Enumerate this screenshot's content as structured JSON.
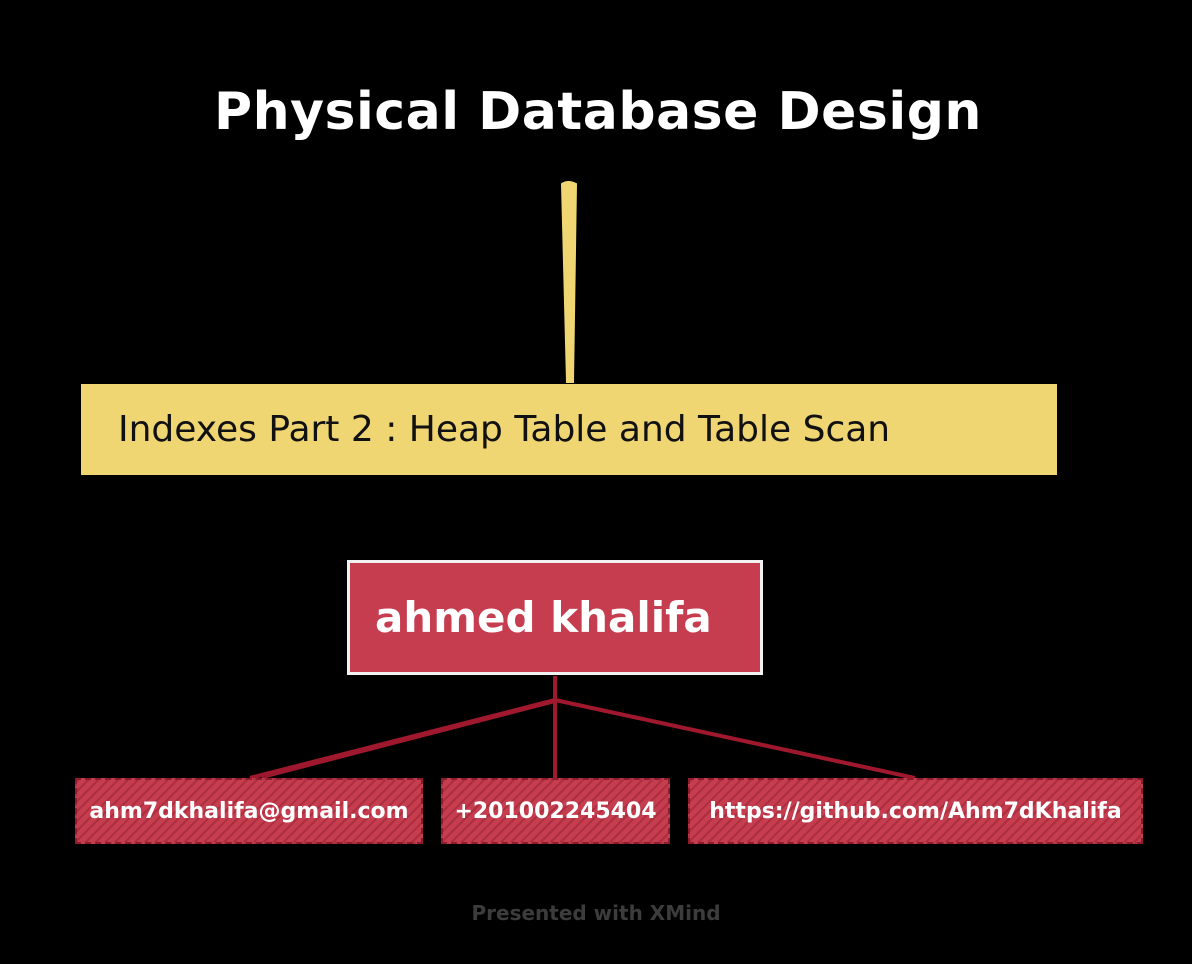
{
  "title": "Physical Database Design",
  "topic": {
    "label": "Indexes Part 2 : Heap Table and Table Scan"
  },
  "author": {
    "name": "ahmed khalifa",
    "contacts": [
      "ahm7dkhalifa@gmail.com",
      "+201002245404",
      "https://github.com/Ahm7dKhalifa"
    ]
  },
  "footer": "Presented with XMind",
  "colors": {
    "background": "#000000",
    "topic_yellow": "#f0d673",
    "topic_red": "#c63d4f",
    "connector_red": "#a0182e"
  }
}
